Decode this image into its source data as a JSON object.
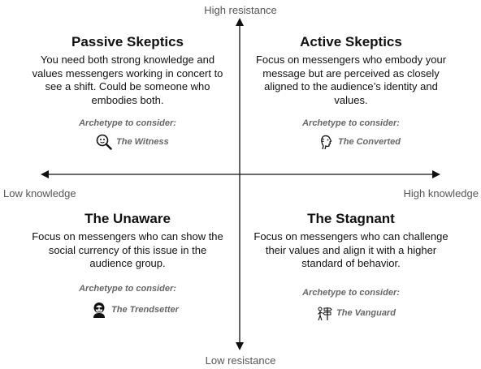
{
  "axes": {
    "top": "High resistance",
    "bottom": "Low resistance",
    "left": "Low knowledge",
    "right": "High knowledge"
  },
  "archetype_heading": "Archetype to consider:",
  "quadrants": [
    {
      "title": "Passive Skeptics",
      "body": "You need both strong knowledge and values messengers working in concert to see a shift. Could be someone who embodies both.",
      "archetype": "The Witness",
      "icon": "magnifier-face-icon"
    },
    {
      "title": "Active Skeptics",
      "body": "Focus on messengers who embody your message but are perceived as closely aligned to the audience’s identity and values.",
      "archetype": "The Converted",
      "icon": "profile-face-icon"
    },
    {
      "title": "The Unaware",
      "body": "Focus on messengers who can show the social currency of this issue in the audience group.",
      "archetype": "The Trendsetter",
      "icon": "sunglasses-face-icon"
    },
    {
      "title": "The Stagnant",
      "body": "Focus on messengers who can challenge their values and align it with a higher standard of behavior.",
      "archetype": "The Vanguard",
      "icon": "signpost-person-icon"
    }
  ]
}
